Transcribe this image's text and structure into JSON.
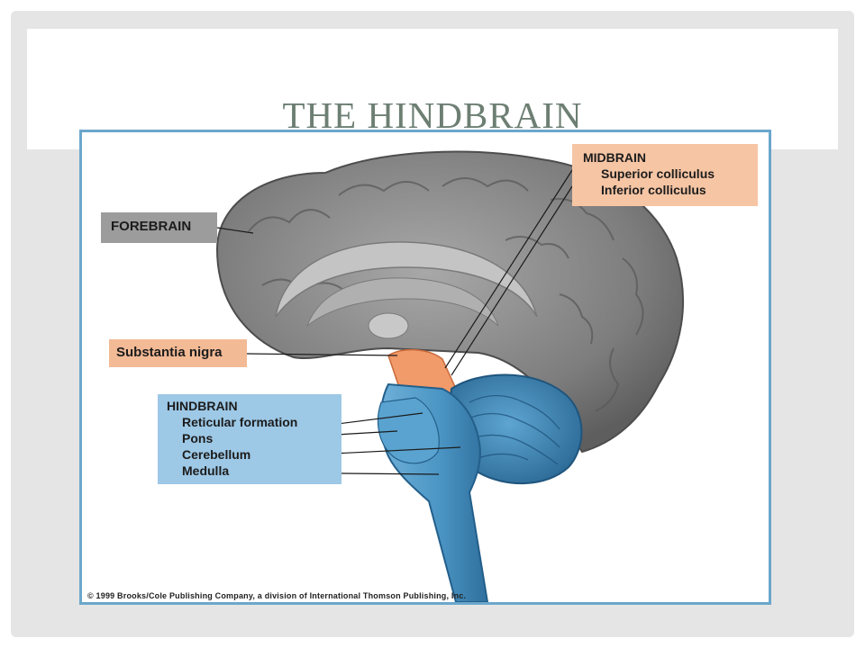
{
  "slide": {
    "title": "THE HINDBRAIN"
  },
  "figure": {
    "forebrain_label": "FOREBRAIN",
    "midbrain": {
      "heading": "MIDBRAIN",
      "items": [
        "Superior colliculus",
        "Inferior colliculus"
      ]
    },
    "substantia_label": "Substantia nigra",
    "hindbrain": {
      "heading": "HINDBRAIN",
      "items": [
        "Reticular formation",
        "Pons",
        "Cerebellum",
        "Medulla"
      ]
    },
    "copyright": "© 1999 Brooks/Cole Publishing Company, a division of International Thomson Publishing, Inc."
  },
  "colors": {
    "title": "#6d7f73",
    "forebrain_box": "#9c9c9c",
    "midbrain_box": "#f6c5a4",
    "substantia_box": "#f3ba96",
    "hindbrain_box": "#9dc8e6",
    "brain_gray": "#8a8a8a",
    "brainstem_blue": "#4b95c4",
    "figure_border": "#6ba7cc"
  }
}
